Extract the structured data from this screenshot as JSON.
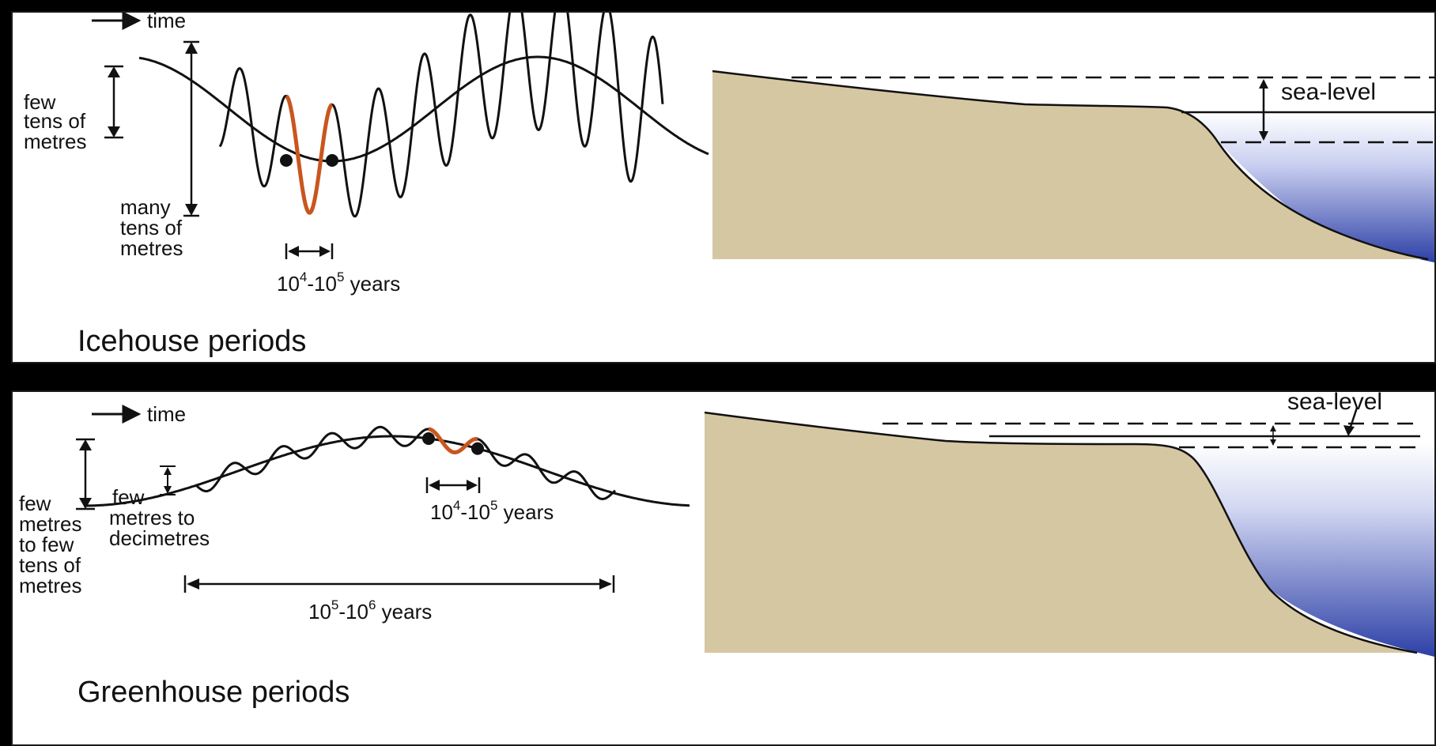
{
  "colors": {
    "sediment": "#d6c7a3",
    "water_deep": "#2c3fa6",
    "water_light": "#ffffff",
    "highlight": "#c9561e",
    "curve": "#111111"
  },
  "icehouse": {
    "title": "Icehouse periods",
    "time_label": "time",
    "few_tens": [
      "few",
      "tens of",
      "metres"
    ],
    "many_tens": [
      "many",
      "tens of",
      "metres"
    ],
    "cycle": {
      "a": "10",
      "a_exp": "4",
      "sep": "-10",
      "b_exp": "5",
      "unit": " years"
    },
    "sea_level_label": "sea-level"
  },
  "greenhouse": {
    "title": "Greenhouse periods",
    "time_label": "time",
    "left_amp": [
      "few",
      "metres",
      "to few",
      "tens of",
      "metres"
    ],
    "small_amp": [
      "few",
      "metres to",
      "decimetres"
    ],
    "short_cycle": {
      "a": "10",
      "a_exp": "4",
      "sep": "-10",
      "b_exp": "5",
      "unit": " years"
    },
    "long_cycle": {
      "a": "10",
      "a_exp": "5",
      "sep": "-10",
      "b_exp": "6",
      "unit": " years"
    },
    "sea_level_label": "sea-level"
  }
}
